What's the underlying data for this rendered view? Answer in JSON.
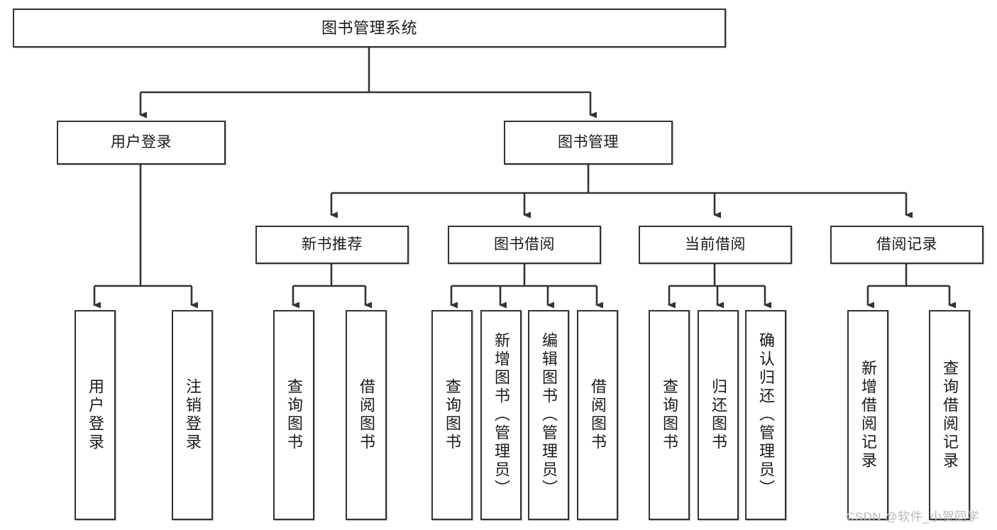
{
  "diagram": {
    "title": "图书管理系统",
    "watermark": "CSDN @软件_小贺同学",
    "levels": {
      "root": "图书管理系统",
      "level2": [
        "用户登录",
        "图书管理"
      ],
      "level3": [
        "新书推荐",
        "图书借阅",
        "当前借阅",
        "借阅记录"
      ]
    },
    "nodes": {
      "root": {
        "label": "图书管理系统"
      },
      "user_login": {
        "label": "用户登录"
      },
      "book_manage": {
        "label": "图书管理"
      },
      "new_book_rec": {
        "label": "新书推荐"
      },
      "book_borrow": {
        "label": "图书借阅"
      },
      "current_borrow": {
        "label": "当前借阅"
      },
      "borrow_record": {
        "label": "借阅记录"
      },
      "leaf_user_login": {
        "label": "用户登录"
      },
      "leaf_logout": {
        "label": "注销登录"
      },
      "leaf_query_book_1": {
        "label": "查询图书"
      },
      "leaf_borrow_book_1": {
        "label": "借阅图书"
      },
      "leaf_query_book_2": {
        "label": "查询图书"
      },
      "leaf_add_book": {
        "label": "新增图书（管理员）"
      },
      "leaf_edit_book": {
        "label": "编辑图书（管理员）"
      },
      "leaf_borrow_book_2": {
        "label": "借阅图书"
      },
      "leaf_query_book_3": {
        "label": "查询图书"
      },
      "leaf_return_book": {
        "label": "归还图书"
      },
      "leaf_confirm_return": {
        "label": "确认归还（管理员）"
      },
      "leaf_add_record": {
        "label": "新增借阅记录"
      },
      "leaf_query_record": {
        "label": "查询借阅记录"
      }
    },
    "colors": {
      "stroke": "#333333",
      "box_fill": "#ffffff",
      "text": "#1a1a1a",
      "watermark": "#b9b9b9"
    }
  }
}
